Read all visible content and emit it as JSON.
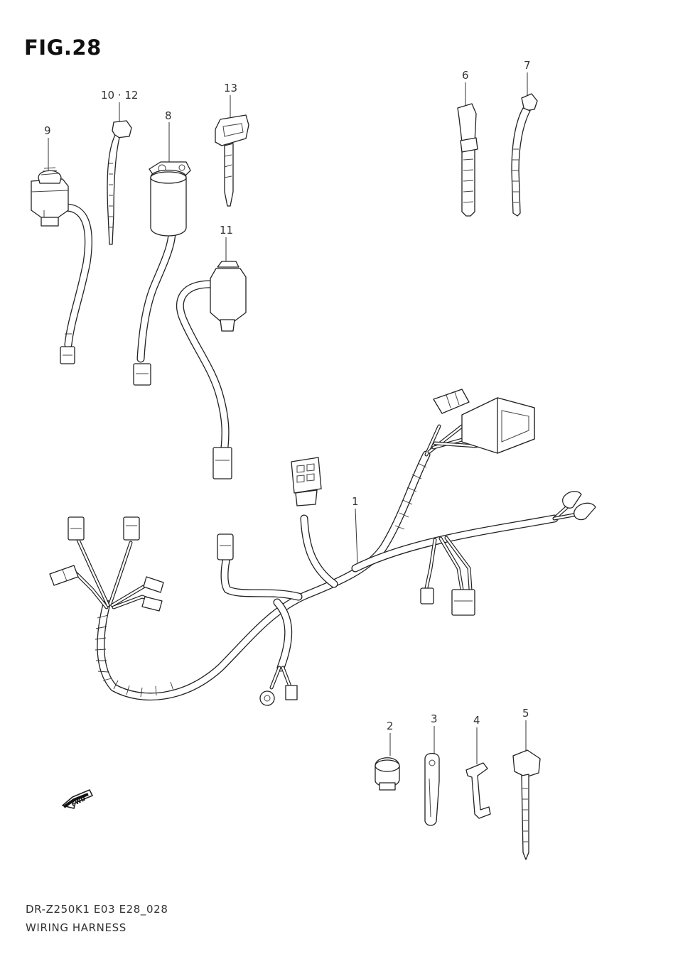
{
  "figure_title": "FIG.28",
  "footer": {
    "model_code": "DR-Z250K1  E03  E28_028",
    "assembly_name": "WIRING HARNESS"
  },
  "fwd_badge": "FWD",
  "callouts": [
    "1",
    "2",
    "3",
    "4",
    "5",
    "6",
    "7",
    "8",
    "9",
    "10 · 12",
    "11",
    "13"
  ]
}
